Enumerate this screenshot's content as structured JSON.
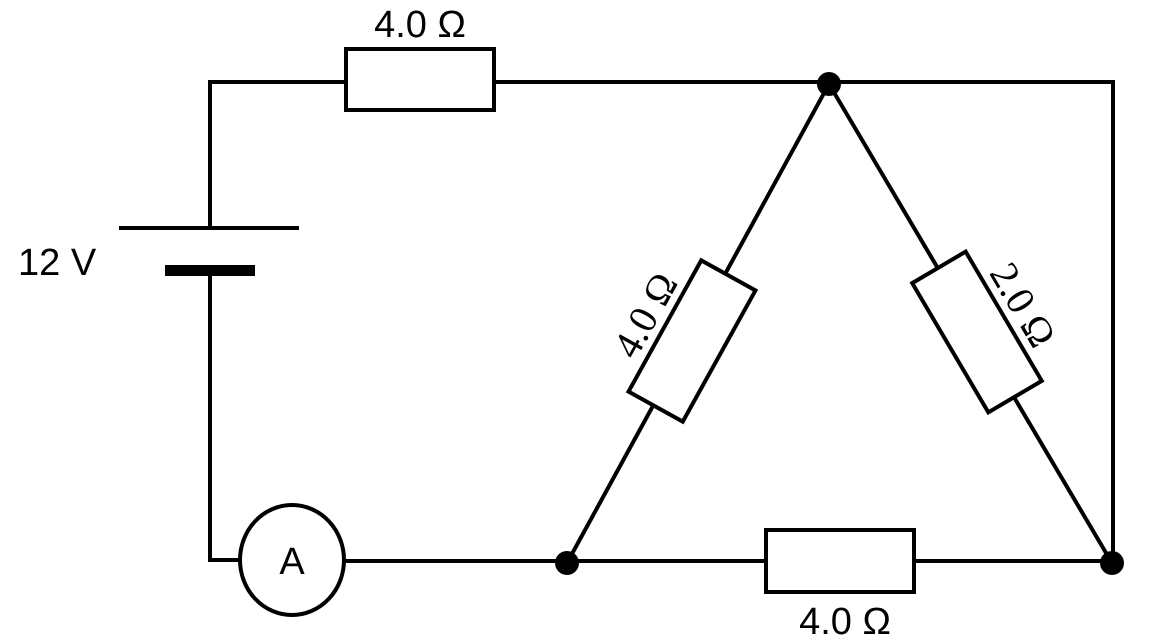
{
  "diagram": {
    "type": "circuit",
    "battery": {
      "label": "12 V",
      "voltage_v": 12
    },
    "ammeter": {
      "label": "A"
    },
    "resistors": [
      {
        "id": "R_top",
        "label": "4.0 Ω",
        "ohms": 4.0,
        "position": "top, in series with battery"
      },
      {
        "id": "R_left",
        "label": "4.0 Ω",
        "ohms": 4.0,
        "position": "left side of triangle"
      },
      {
        "id": "R_right",
        "label": "2.0 Ω",
        "ohms": 2.0,
        "position": "right side of triangle"
      },
      {
        "id": "R_bottom",
        "label": "4.0 Ω",
        "ohms": 4.0,
        "position": "bottom side of triangle"
      }
    ],
    "nodes": [
      "top-junction",
      "bottom-left-junction",
      "bottom-right-junction"
    ],
    "colors": {
      "line": "#000000",
      "background": "#ffffff"
    }
  }
}
